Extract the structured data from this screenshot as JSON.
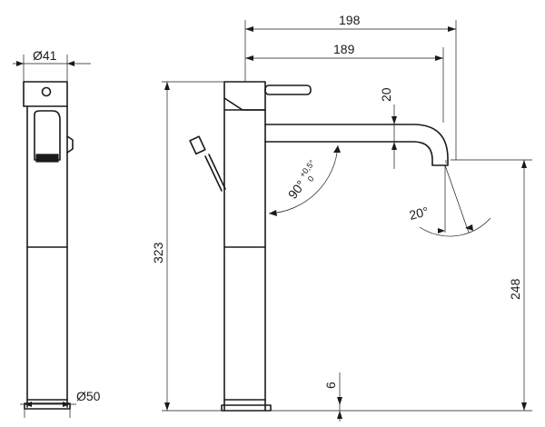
{
  "views": {
    "side": "side-view",
    "front": "front-view"
  },
  "dimensions": {
    "top_diameter": "Ø41",
    "base_diameter": "Ø50",
    "total_reach": "198",
    "spout_reach": "189",
    "spout_drop": "20",
    "total_height": "323",
    "spout_height": "248",
    "base_height": "6",
    "lever_angle": "90°",
    "lever_tol_upper": "+0,5°",
    "lever_tol_lower": "0",
    "swivel_angle": "20°"
  }
}
